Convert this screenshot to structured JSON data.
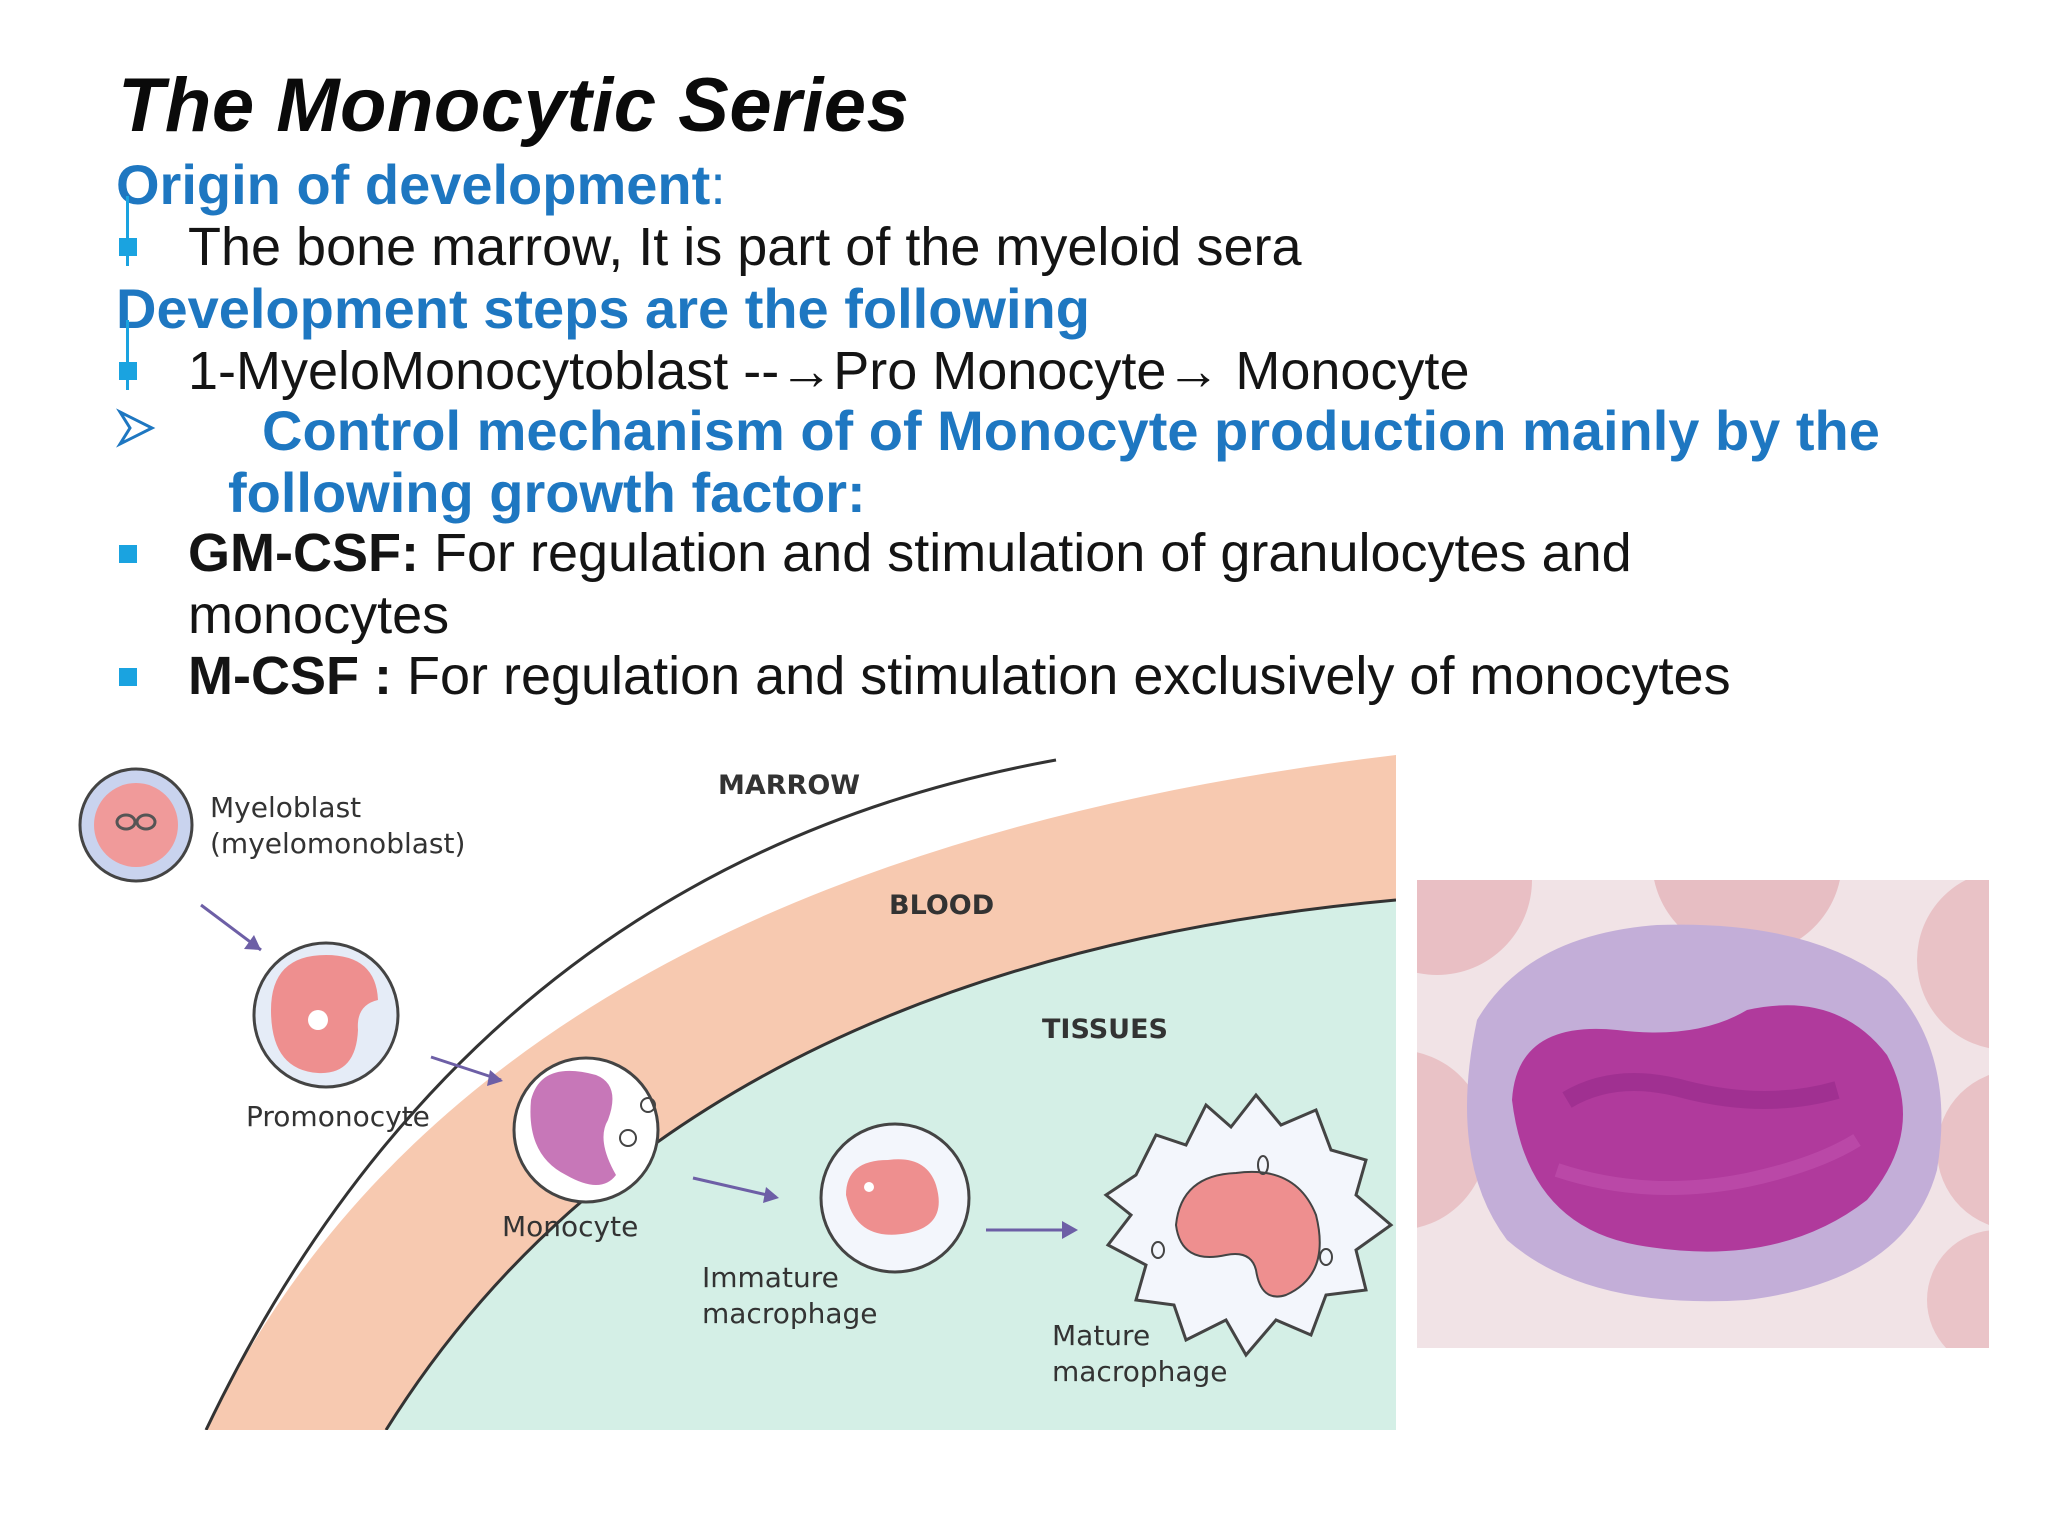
{
  "slide": {
    "title": "The Monocytic Series",
    "origin_heading": "Origin of development",
    "origin_colon": ":",
    "origin_text": "The bone marrow, It is part of the myeloid sera",
    "steps_heading": "Development steps are the following",
    "steps_text": "1-MyeloMonocytoblast --→Pro Monocyte→ Monocyte",
    "control_line1": "Control mechanism of of Monocyte production mainly by the",
    "control_line2": "following growth factor:",
    "gmcsf_label": "GM-CSF:",
    "gmcsf_text": " For regulation and stimulation of granulocytes and",
    "gmcsf_text2": "monocytes",
    "mcsf_label": "M-CSF :",
    "mcsf_text": " For regulation and stimulation exclusively of monocytes"
  },
  "diagram": {
    "zone_marrow": "MARROW",
    "zone_blood": "BLOOD",
    "zone_tissues": "TISSUES",
    "cell_myeloblast_1": "Myeloblast",
    "cell_myeloblast_2": "(myelomonoblast)",
    "cell_promonocyte": "Promonocyte",
    "cell_monocyte": "Monocyte",
    "cell_immature_1": "Immature",
    "cell_immature_2": "macrophage",
    "cell_mature_1": "Mature",
    "cell_mature_2": "macrophage"
  },
  "colors": {
    "heading_blue": "#1e77c1",
    "bullet_cyan": "#1aa3e0",
    "marrow_band": "#f7c9b0",
    "tissue_area": "#d4efe6",
    "micrograph_bg": "#f1e3e6"
  }
}
